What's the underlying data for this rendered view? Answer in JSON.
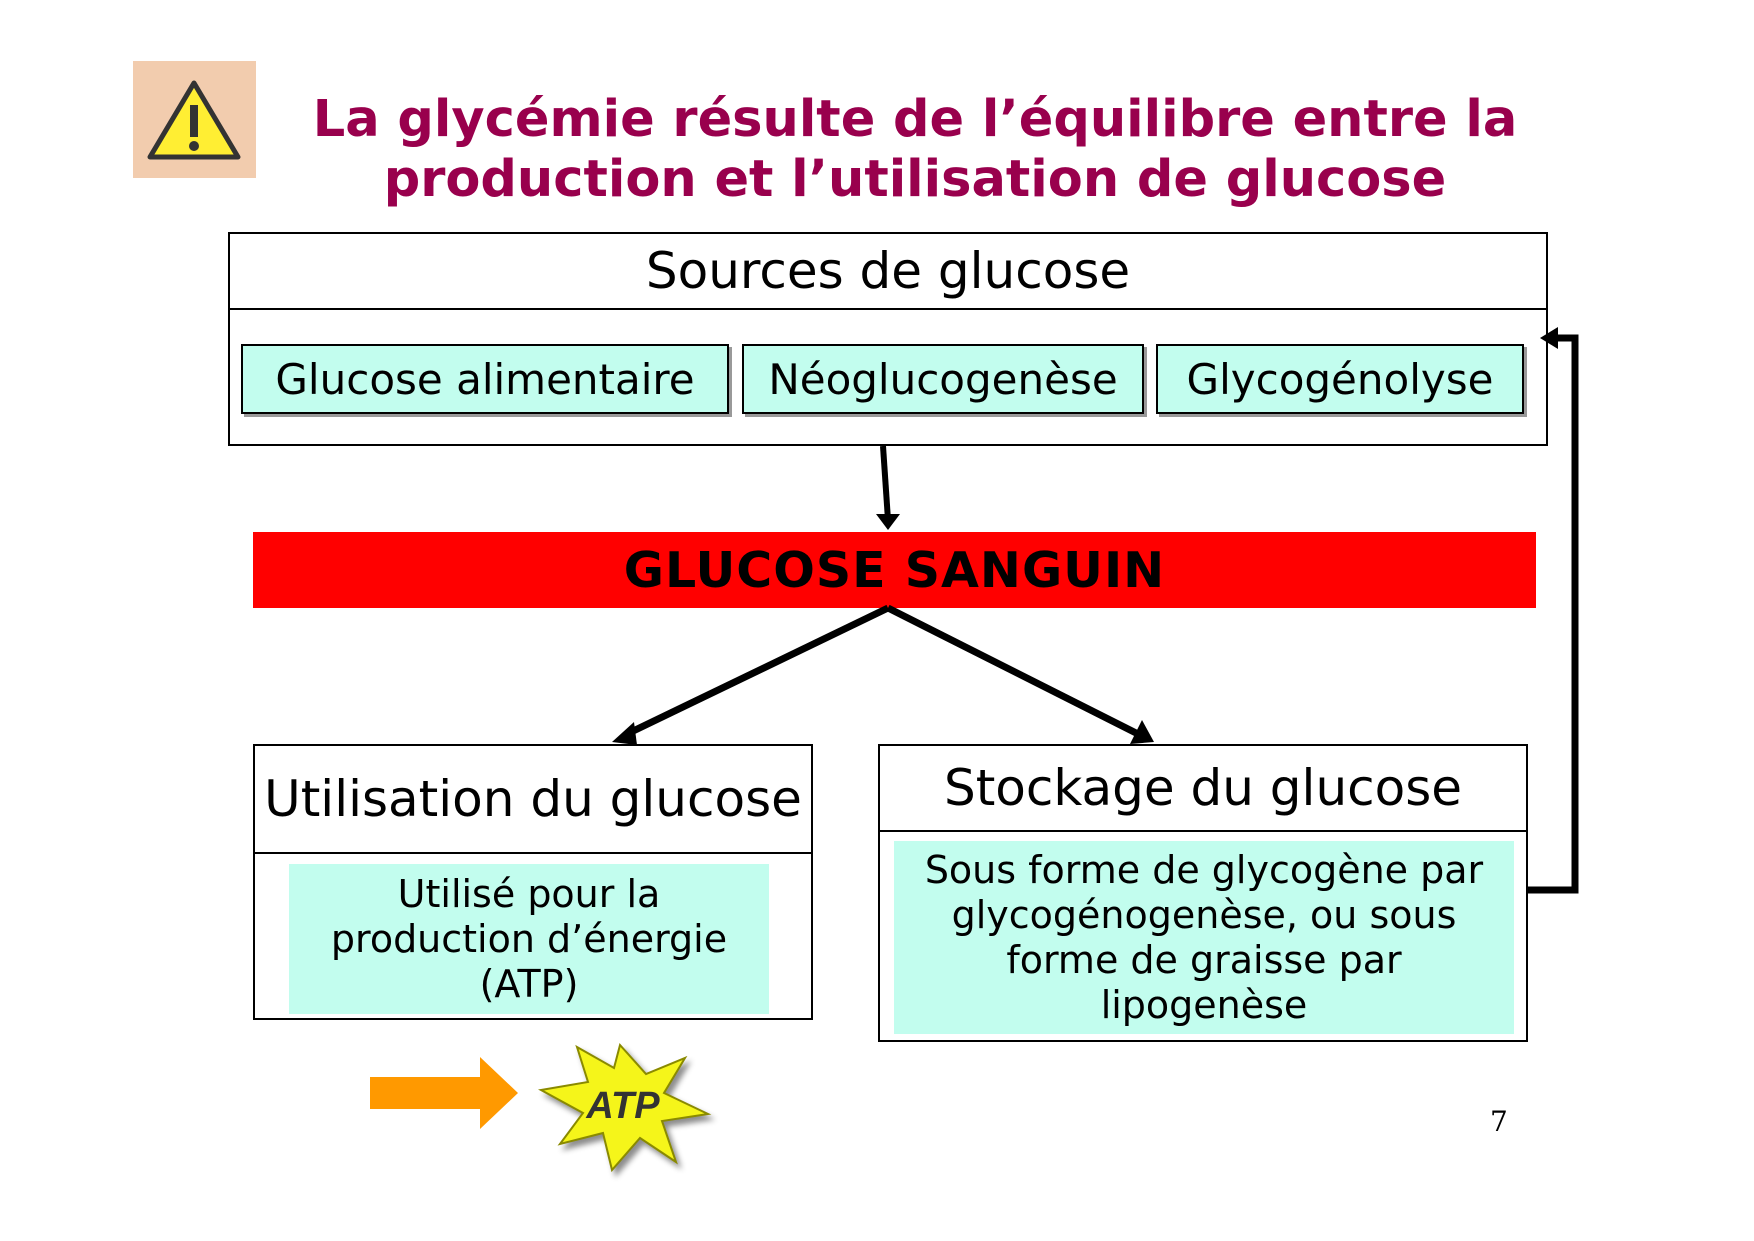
{
  "title": {
    "line1": "La glycémie résulte de l’équilibre entre la",
    "line2": "production et l’utilisation de glucose"
  },
  "sources": {
    "header": "Sources de glucose",
    "items": [
      "Glucose alimentaire",
      "Néoglucogenèse",
      "Glycogénolyse"
    ]
  },
  "blood_glucose": "GLUCOSE SANGUIN",
  "utilisation": {
    "header": "Utilisation du glucose",
    "body_lines": [
      "Utilisé pour la",
      "production d’énergie",
      "(ATP)"
    ]
  },
  "stockage": {
    "header": "Stockage du glucose",
    "body_lines": [
      "Sous forme de glycogène par",
      "glycogénogenèse, ou sous",
      "forme de graisse par",
      "lipogenèse"
    ]
  },
  "atp_badge": "ATP",
  "page_number": "7",
  "icons": {
    "warning": "warning-triangle-icon",
    "orange_arrow": "orange-right-arrow-icon",
    "atp_burst": "atp-starburst-icon"
  },
  "colors": {
    "title": "#99004d",
    "blood_band": "#ff0000",
    "box_fill": "#c2fdee",
    "warning_bg": "#f2ccae",
    "warning_triangle": "#ffee33",
    "orange_arrow": "#ff9900",
    "atp_burst": "#f5f51a"
  }
}
